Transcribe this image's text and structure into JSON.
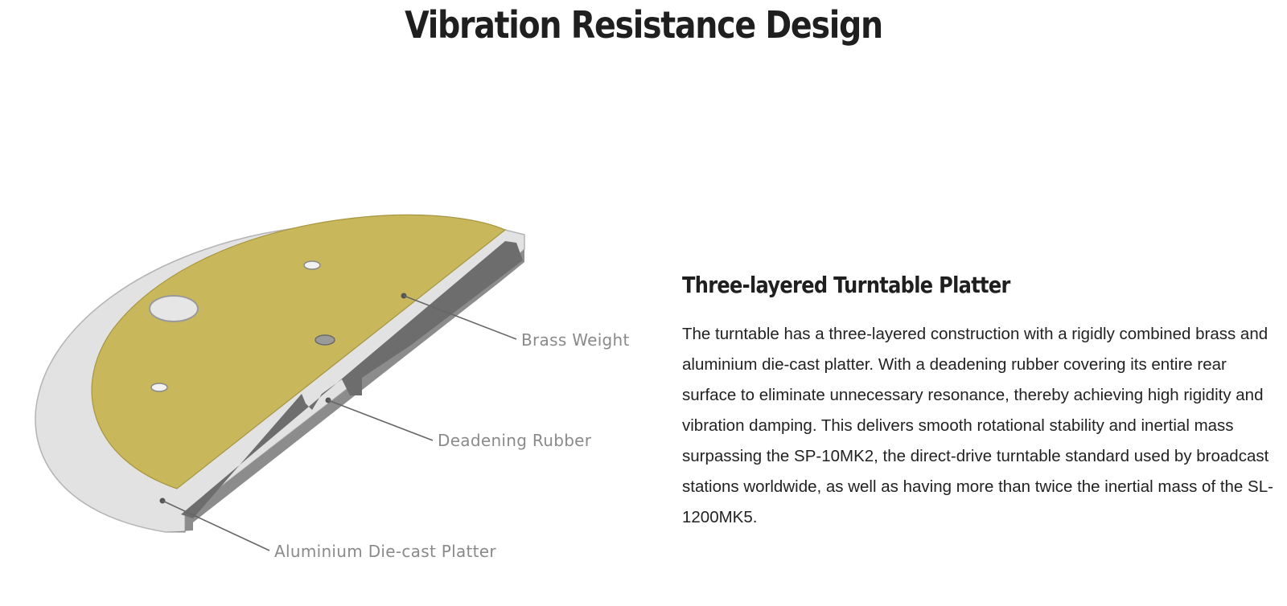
{
  "page": {
    "title": "Vibration Resistance Design"
  },
  "illustration": {
    "callouts": {
      "brass_weight": "Brass Weight",
      "deadening_rubber": "Deadening Rubber",
      "aluminium_platter": "Aluminium Die-cast Platter"
    },
    "colors": {
      "brass": "#c9b75c",
      "aluminium": "#e2e2e2",
      "shadow": "#6d6d6d"
    }
  },
  "section": {
    "heading": "Three-layered Turntable Platter",
    "body": "The turntable has a three-layered construction with a rigidly combined brass and aluminium die-cast platter. With a deadening rubber covering its entire rear surface to eliminate unnecessary resonance, thereby achieving high rigidity and vibration damping. This delivers smooth rotational stability and inertial mass surpassing the SP-10MK2, the direct-drive turntable standard used by broadcast stations worldwide, as well as having more than twice the inertial mass of the SL-1200MK5."
  }
}
